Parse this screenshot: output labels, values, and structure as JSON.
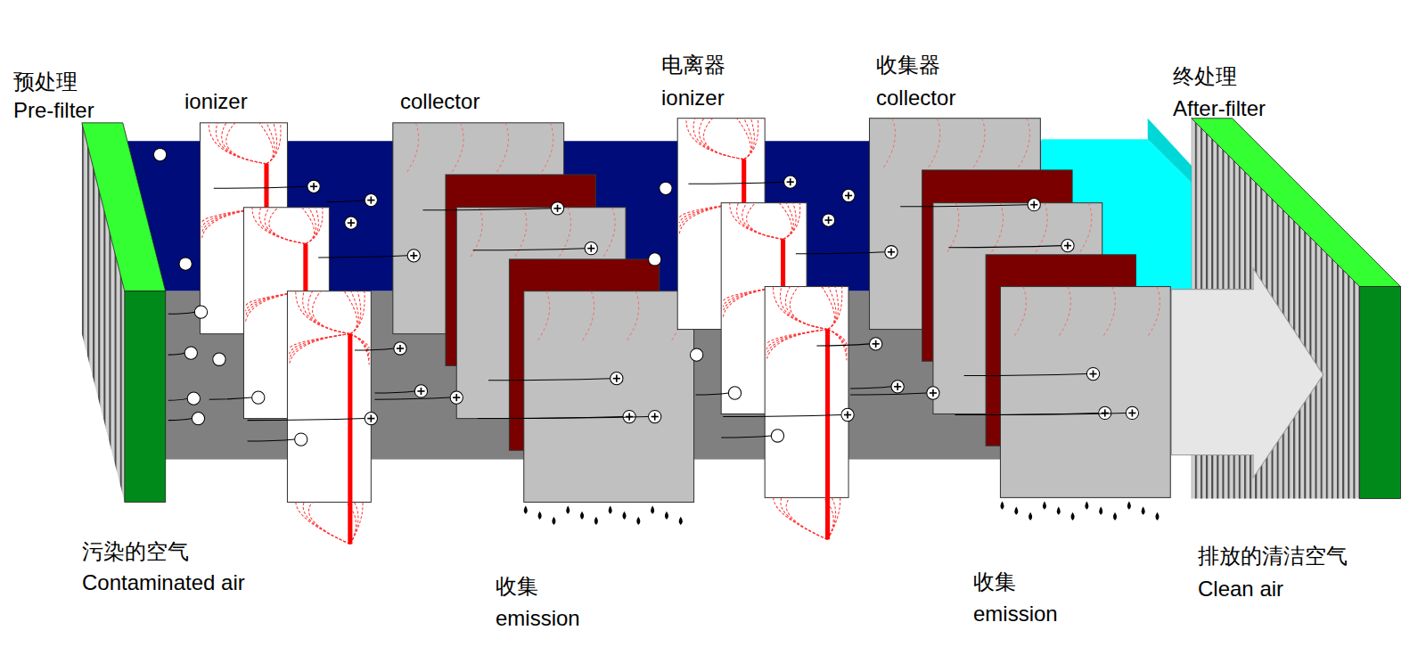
{
  "diagram": {
    "labels": [
      "预处理",
      "Pre-filter",
      "ionizer",
      "collector",
      "电离器",
      "ionizer",
      "收集器",
      "collector",
      "终处理",
      "After-filter",
      "污染的空气",
      "Contaminated air",
      "收集",
      "emission",
      "收集",
      "emission",
      "排放的清洁空气",
      "Clean air"
    ]
  }
}
